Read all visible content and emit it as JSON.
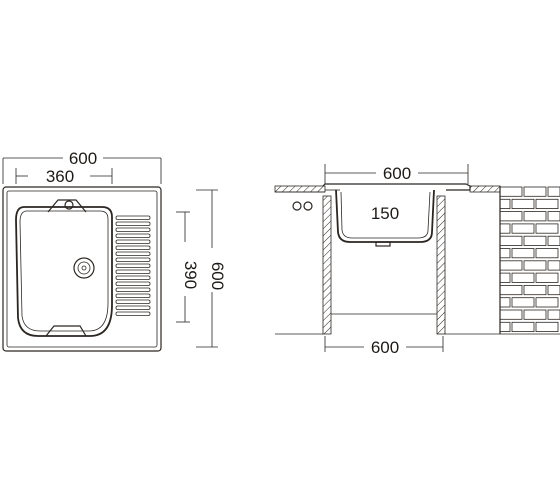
{
  "dimensions": {
    "top_width": "600",
    "bowl_width": "360",
    "bowl_length": "390",
    "overall_depth": "600",
    "side_width": "600",
    "bowl_depth": "150",
    "base_width": "600"
  },
  "colors": {
    "line": "#2b2622",
    "text": "#1e1a17",
    "background": "#ffffff"
  }
}
